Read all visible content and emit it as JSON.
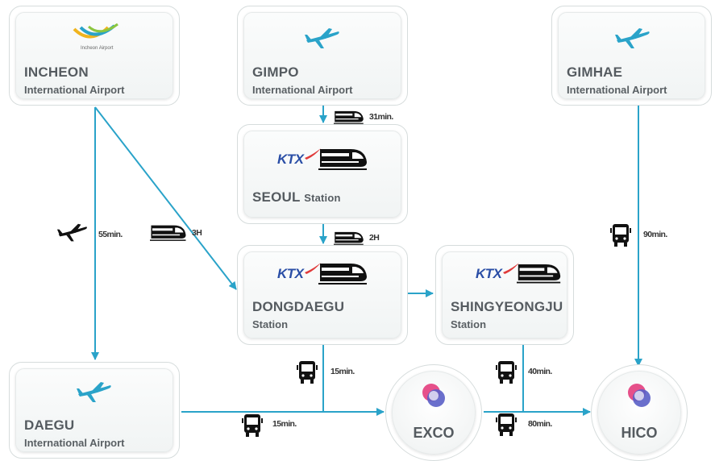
{
  "nodes": {
    "incheon": {
      "name": "INCHEON",
      "sub": "International Airport",
      "logo_text": "Incheon Airport"
    },
    "gimpo": {
      "name": "GIMPO",
      "sub": "International Airport"
    },
    "gimhae": {
      "name": "GIMHAE",
      "sub": "International Airport"
    },
    "seoul": {
      "logo": "KTX",
      "name": "SEOUL",
      "name_suffix": "Station"
    },
    "dongdaegu": {
      "logo": "KTX",
      "name": "DONGDAEGU",
      "sub": "Station"
    },
    "shingyeongju": {
      "logo": "KTX",
      "name": "SHINGYEONGJU",
      "sub": "Station"
    },
    "daegu": {
      "name": "DAEGU",
      "sub": "International Airport"
    },
    "exco": {
      "name": "EXCO"
    },
    "hico": {
      "name": "HICO"
    }
  },
  "durations": {
    "gimpo_seoul": "31min.",
    "seoul_dongdaegu": "2H",
    "incheon_dongdaegu": "3H",
    "incheon_daegu": "55min.",
    "gimhae_hico": "90min.",
    "dongdaegu_exco": "15min.",
    "daegu_exco": "15min.",
    "shingyeongju_hico": "40min.",
    "exco_hico": "80min."
  },
  "colors": {
    "connector": "#2aa3c9",
    "plane": "#2aa3c9",
    "icon_dark": "#111111",
    "ktx_text": "#2a4ea6",
    "ktx_swoosh": "#e03a3a"
  },
  "icons": {
    "airport": "airplane-icon",
    "rail": "train-icon",
    "road": "bus-icon",
    "flight": "airplane-icon"
  }
}
